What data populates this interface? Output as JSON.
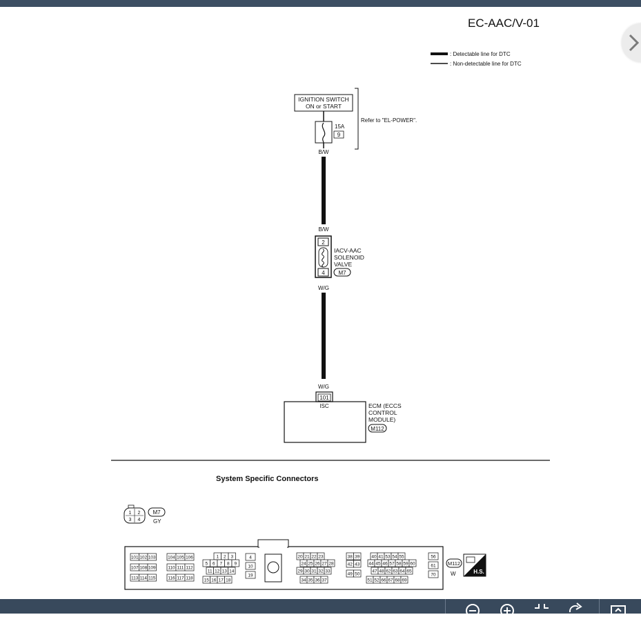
{
  "page_id": "EC-AAC/V-01",
  "legend": {
    "detectable": ": Detectable line for DTC",
    "non_detectable": ": Non-detectable line for DTC"
  },
  "ignition": {
    "line1": "IGNITION SWITCH",
    "line2": "ON or START",
    "fuse_rating": "15A",
    "fuse_number": "9",
    "refer": "Refer to \"EL-POWER\"."
  },
  "wires": {
    "top_color_out": "B/W",
    "top_color_in": "B/W",
    "mid_color_out": "W/G",
    "mid_color_in": "W/G"
  },
  "valve": {
    "pin_top": "2",
    "pin_bottom": "4",
    "line1": "IACV-AAC",
    "line2": "SOLENOID",
    "line3": "VALVE",
    "connector": "M7"
  },
  "ecm": {
    "pin": "101",
    "pin_label": "ISC",
    "line1": "ECM (ECCS",
    "line2": "CONTROL",
    "line3": "MODULE)",
    "connector": "M112"
  },
  "connectors_section": {
    "title": "System Specific Connectors",
    "m7": {
      "pins": [
        "1",
        "2",
        "3",
        "4"
      ],
      "id": "M7",
      "color": "GY"
    },
    "m112": {
      "id": "M112",
      "color": "W",
      "hs": "H.S.",
      "pin_rows": {
        "g1_r1": [
          "101",
          "102",
          "103"
        ],
        "g1_r2": [
          "107",
          "108",
          "109"
        ],
        "g1_r3": [
          "113",
          "114",
          "115"
        ],
        "g2_r1": [
          "104",
          "105",
          "106"
        ],
        "g2_r2": [
          "110",
          "111",
          "112"
        ],
        "g2_r3": [
          "116",
          "117",
          "118"
        ],
        "g3_r1": [
          "1",
          "2",
          "3"
        ],
        "g3_r2": [
          "5",
          "6",
          "7",
          "8",
          "9"
        ],
        "g3_r3": [
          "11",
          "12",
          "13",
          "14"
        ],
        "g3_r4": [
          "15",
          "16",
          "17",
          "18"
        ],
        "g4": [
          "4",
          "10",
          "19"
        ],
        "g5_r1": [
          "20",
          "21",
          "22",
          "23"
        ],
        "g5_r2": [
          "24",
          "25",
          "26",
          "27",
          "28"
        ],
        "g5_r3": [
          "29",
          "30",
          "31",
          "32",
          "33"
        ],
        "g5_r4": [
          "34",
          "35",
          "36",
          "37"
        ],
        "g6_r1": [
          "38",
          "39"
        ],
        "g6_r2": [
          "42",
          "43"
        ],
        "g6_r3": [
          "49",
          "50"
        ],
        "g7_r1": [
          "40",
          "41",
          "53",
          "54",
          "55"
        ],
        "g7_r2": [
          "44",
          "45",
          "46",
          "57",
          "58",
          "59",
          "60"
        ],
        "g7_r3": [
          "47",
          "48",
          "62",
          "63",
          "64",
          "65"
        ],
        "g7_r4": [
          "51",
          "52",
          "66",
          "67",
          "68",
          "69"
        ],
        "g8": [
          "56",
          "61",
          "70"
        ]
      }
    }
  }
}
